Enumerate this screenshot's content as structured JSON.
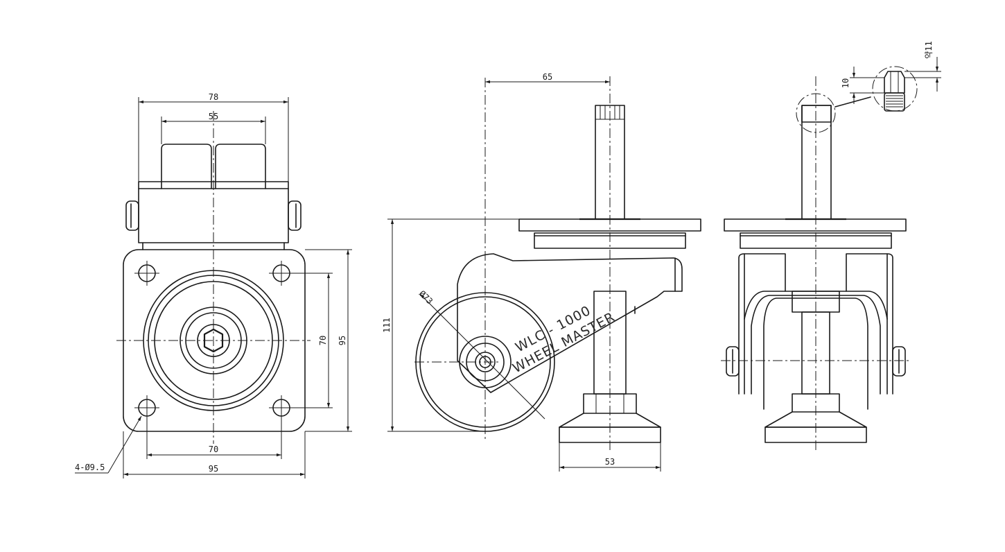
{
  "brand": {
    "model": "WLC - 1000",
    "name": "WHEEL MASTER"
  },
  "dimensions": {
    "front_top_width": "78",
    "front_wheel_width": "55",
    "plate_hole_spacing_h": "70",
    "plate_width": "95",
    "plate_hole_spacing_v": "70",
    "plate_height": "95",
    "hole_callout": "4-Ø9.5",
    "side_offset": "65",
    "side_height": "111",
    "wheel_diameter": "Ø73",
    "foot_diameter": "53",
    "detail_nut": "10",
    "detail_total": "약11"
  }
}
